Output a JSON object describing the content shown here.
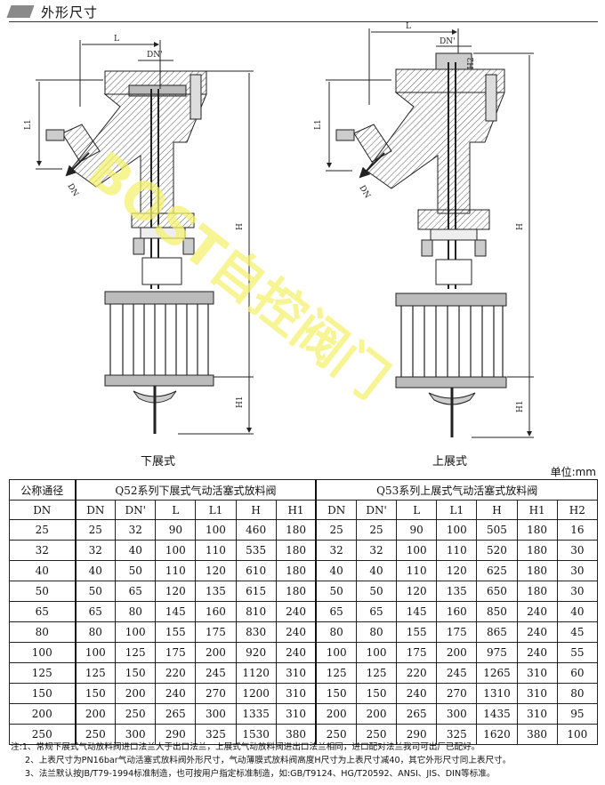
{
  "section": {
    "title": "外形尺寸"
  },
  "drawing_left": {
    "caption": "下展式",
    "dims": {
      "L": "L",
      "DNp": "DN'",
      "L1": "L1",
      "H": "H",
      "H1": "H1",
      "DN": "DN"
    }
  },
  "drawing_right": {
    "caption": "上展式",
    "dims": {
      "L": "L",
      "DNp": "DN'",
      "H2": "H2",
      "L1": "L1",
      "H": "H",
      "H1": "H1",
      "DN": "DN"
    }
  },
  "watermark": "BOST自控阀门",
  "unit": "单位:mm",
  "table": {
    "col_nominal": [
      "公称通径",
      "DN"
    ],
    "group_q52": "Q52系列下展式气动活塞式放料阀",
    "group_q53": "Q53系列上展式气动活塞式放料阀",
    "sub_q52": [
      "DN",
      "DN'",
      "L",
      "L1",
      "H",
      "H1"
    ],
    "sub_q53": [
      "DN",
      "DN'",
      "L",
      "L1",
      "H",
      "H1",
      "H2"
    ],
    "rows": [
      [
        "25",
        "25",
        "32",
        "90",
        "100",
        "460",
        "180",
        "25",
        "25",
        "90",
        "100",
        "505",
        "180",
        "16"
      ],
      [
        "32",
        "32",
        "40",
        "100",
        "110",
        "535",
        "180",
        "32",
        "32",
        "100",
        "110",
        "520",
        "180",
        "30"
      ],
      [
        "40",
        "40",
        "50",
        "110",
        "120",
        "610",
        "180",
        "40",
        "40",
        "110",
        "120",
        "625",
        "180",
        "30"
      ],
      [
        "50",
        "50",
        "65",
        "120",
        "135",
        "615",
        "180",
        "50",
        "50",
        "120",
        "135",
        "650",
        "180",
        "30"
      ],
      [
        "65",
        "65",
        "80",
        "145",
        "160",
        "810",
        "240",
        "65",
        "65",
        "145",
        "160",
        "850",
        "240",
        "40"
      ],
      [
        "80",
        "80",
        "100",
        "155",
        "175",
        "830",
        "240",
        "80",
        "80",
        "155",
        "175",
        "865",
        "240",
        "45"
      ],
      [
        "100",
        "100",
        "125",
        "175",
        "200",
        "920",
        "240",
        "100",
        "100",
        "175",
        "200",
        "975",
        "240",
        "55"
      ],
      [
        "125",
        "125",
        "150",
        "220",
        "245",
        "1120",
        "310",
        "125",
        "125",
        "220",
        "245",
        "1265",
        "310",
        "60"
      ],
      [
        "150",
        "150",
        "200",
        "240",
        "270",
        "1200",
        "310",
        "150",
        "150",
        "240",
        "270",
        "1310",
        "310",
        "80"
      ],
      [
        "200",
        "200",
        "250",
        "265",
        "300",
        "1335",
        "310",
        "200",
        "200",
        "265",
        "300",
        "1435",
        "310",
        "95"
      ],
      [
        "250",
        "250",
        "300",
        "290",
        "325",
        "1530",
        "380",
        "250",
        "250",
        "290",
        "325",
        "1620",
        "380",
        "100"
      ]
    ]
  },
  "notes": [
    "注:1、常规下展式气动放料阀进口法兰大于出口法兰，上展式气动放料阀进出口法兰相同，进口配对法兰我司可出厂已配好。",
    "2、上表尺寸为PN16bar气动活塞式放料阀外形尺寸，气动薄膜式放料阀高度H尺寸为上表尺寸减40，其它外形尺寸同上表尺寸。",
    "3、法兰默认按JB/T79-1994标准制造，也可按用户指定标准制造，如:GB/T9124、HG/T20592、ANSI、JIS、DIN等标准。"
  ]
}
